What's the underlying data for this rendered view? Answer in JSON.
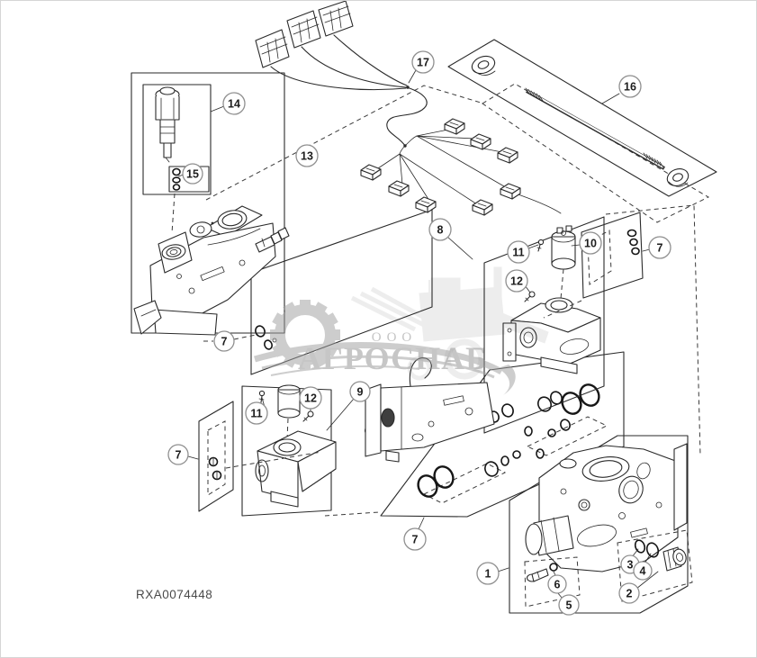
{
  "drawing": {
    "code": "RXA0074448"
  },
  "watermark": {
    "prefix": "ООО",
    "name": "АГРОСНАБ"
  },
  "callouts": {
    "c1": "1",
    "c2": "2",
    "c3": "3",
    "c4": "4",
    "c5": "5",
    "c6": "6",
    "c7_left_seals": "7",
    "c7_left_plate": "7",
    "c7_band": "7",
    "c7_right_plate": "7",
    "c8": "8",
    "c9": "9",
    "c10": "10",
    "c11_right": "11",
    "c12_right": "12",
    "c11_left": "11",
    "c12_left": "12",
    "c13": "13",
    "c14": "14",
    "c15": "15",
    "c16": "16",
    "c17": "17"
  }
}
